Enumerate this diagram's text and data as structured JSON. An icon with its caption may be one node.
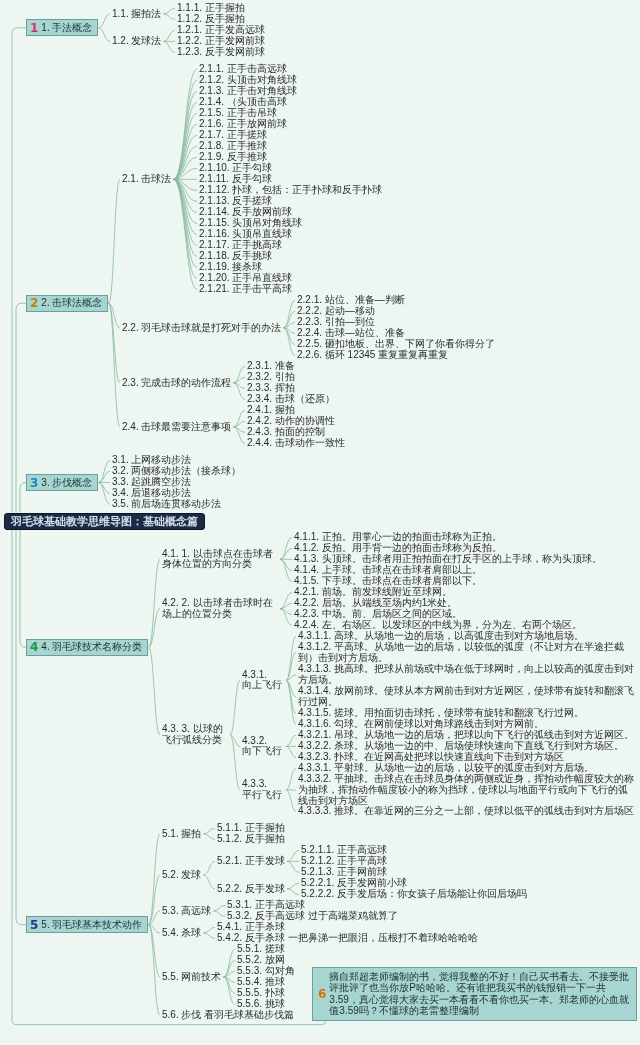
{
  "diagram": {
    "nodes": [
      {
        "text": [
          "羽毛球基础教学思维导图：基础概念篇"
        ]
      },
      {
        "text": [
          "1",
          "1. 手法概念"
        ]
      },
      {
        "text": [
          "1.1. 握拍法"
        ]
      },
      {
        "text": [
          "1.1.1. 正手握拍"
        ]
      },
      {
        "text": [
          "1.1.2. 反手握拍"
        ]
      },
      {
        "text": [
          "1.2. 发球法"
        ]
      },
      {
        "text": [
          "1.2.1. 正手发高远球"
        ]
      },
      {
        "text": [
          "1.2.2. 正手发网前球"
        ]
      },
      {
        "text": [
          "1.2.3. 反手发网前球"
        ]
      },
      {
        "text": [
          "2",
          "2. 击球法概念"
        ]
      },
      {
        "text": [
          "2.1. 击球法"
        ]
      },
      {
        "text": [
          "2.1.1. 正手击高远球"
        ]
      },
      {
        "text": [
          "2.1.2. 头顶击对角线球"
        ]
      },
      {
        "text": [
          "2.1.3. 正手击对角线球"
        ]
      },
      {
        "text": [
          "2.1.4. （头顶击高球"
        ]
      },
      {
        "text": [
          "2.1.5. 正手击吊球"
        ]
      },
      {
        "text": [
          "2.1.6. 正手放网前球"
        ]
      },
      {
        "text": [
          "2.1.7. 正手搓球"
        ]
      },
      {
        "text": [
          "2.1.8. 正手推球"
        ]
      },
      {
        "text": [
          "2.1.9. 反手推球"
        ]
      },
      {
        "text": [
          "2.1.10. 正手勾球"
        ]
      },
      {
        "text": [
          "2.1.11. 反手勾球"
        ]
      },
      {
        "text": [
          "2.1.12. 扑球，包括：正手扑球和反手扑球"
        ]
      },
      {
        "text": [
          "2.1.13. 反手搓球"
        ]
      },
      {
        "text": [
          "2.1.14. 反手放网前球"
        ]
      },
      {
        "text": [
          "2.1.15. 头顶吊对角线球"
        ]
      },
      {
        "text": [
          "2.1.16. 头顶吊直线球"
        ]
      },
      {
        "text": [
          "2.1.17. 正手挑高球"
        ]
      },
      {
        "text": [
          "2.1.18. 反手挑球"
        ]
      },
      {
        "text": [
          "2.1.19. 接杀球"
        ]
      },
      {
        "text": [
          "2.1.20. 正手吊直线球"
        ]
      },
      {
        "text": [
          "2.1.21. 正手击平高球"
        ]
      },
      {
        "text": [
          "2.2. 羽毛球击球就是打死对手的办法"
        ]
      },
      {
        "text": [
          "2.2.1. 站位、准备—判断"
        ]
      },
      {
        "text": [
          "2.2.2. 起动—移动"
        ]
      },
      {
        "text": [
          "2.2.3. 引拍—到位"
        ]
      },
      {
        "text": [
          "2.2.4. 击球—站位、准备"
        ]
      },
      {
        "text": [
          "2.2.5. 砸扣地板、出界、下网了你看你得分了"
        ]
      },
      {
        "text": [
          "2.2.6. 循环 12345 重复重复再重复"
        ]
      },
      {
        "text": [
          "2.3. 完成击球的动作流程"
        ]
      },
      {
        "text": [
          "2.3.1. 准备"
        ]
      },
      {
        "text": [
          "2.3.2. 引拍"
        ]
      },
      {
        "text": [
          "2.3.3. 挥拍"
        ]
      },
      {
        "text": [
          "2.3.4. 击球（还原）"
        ]
      },
      {
        "text": [
          "2.4. 击球最需要注意事项"
        ]
      },
      {
        "text": [
          "2.4.1. 握拍"
        ]
      },
      {
        "text": [
          "2.4.2. 动作的协调性"
        ]
      },
      {
        "text": [
          "2.4.3. 拍面的控制"
        ]
      },
      {
        "text": [
          "2.4.4. 击球动作一致性"
        ]
      },
      {
        "text": [
          "3",
          "3. 步伐概念"
        ]
      },
      {
        "text": [
          "3.1. 上网移动步法"
        ]
      },
      {
        "text": [
          "3.2. 两侧移动步法（接杀球）"
        ]
      },
      {
        "text": [
          "3.3. 起跳腾空步法"
        ]
      },
      {
        "text": [
          "3.4. 后退移动步法"
        ]
      },
      {
        "text": [
          "3.5. 前后场连贯移动步法"
        ]
      },
      {
        "text": [
          "4",
          "4. 羽毛球技术名称分类"
        ]
      },
      {
        "text": [
          "4.1. 1. 以击球点在击球者身体位置的方向分类"
        ]
      },
      {
        "text": [
          "4.1.1. 正拍。用掌心一边的拍面击球称为正拍。"
        ]
      },
      {
        "text": [
          "4.1.2. 反拍。用手背一边的拍面击球称为反拍。"
        ]
      },
      {
        "text": [
          "4.1.3. 头顶球。击球者用正拍拍面在打反手区的上手球，称为头顶球。"
        ]
      },
      {
        "text": [
          "4.1.4. 上手球。击球点在击球者肩部以上。"
        ]
      },
      {
        "text": [
          "4.1.5. 下手球。击球点在击球者肩部以下。"
        ]
      },
      {
        "text": [
          "4.2. 2. 以击球者击球时在场上的位置分类"
        ]
      },
      {
        "text": [
          "4.2.1. 前场。前发球线附近至球网。"
        ]
      },
      {
        "text": [
          "4.2.2. 后场。从端线至场内约1米处。"
        ]
      },
      {
        "text": [
          "4.2.3. 中场。前、后场区之间的区域。"
        ]
      },
      {
        "text": [
          "4.2.4. 左、右场区。以发球区的中线为界，分为左、右两个场区。"
        ]
      },
      {
        "text": [
          "4.3. 3. 以球的飞行弧线分类"
        ]
      },
      {
        "text": [
          "4.3.1. 向上飞行"
        ]
      },
      {
        "text": [
          "4.3.1.1. 高球。从场地一边的后场，以高弧度击到对方场地后场。"
        ]
      },
      {
        "text": [
          "4.3.1.2. 平高球。从场地一边的后场，以较低的弧度（不让对方在半途拦截到）击到对方后场。"
        ]
      },
      {
        "text": [
          "4.3.1.3. 挑高球。把球从前场或中场在低于球网时，向上以较高的弧度击到对方后场。"
        ]
      },
      {
        "text": [
          "4.3.1.4. 放网前球。使球从本方网前击到对方近网区，使球带有旋转和翻滚飞行过网。"
        ]
      },
      {
        "text": [
          "4.3.1.5. 搓球。用拍面切击球托，使球带有旋转和翻滚飞行过网。"
        ]
      },
      {
        "text": [
          "4.3.1.6. 勾球。在网前使球以对角球路线击到对方网前。"
        ]
      },
      {
        "text": [
          "4.3.2. 向下飞行"
        ]
      },
      {
        "text": [
          "4.3.2.1. 吊球。从场地一边的后场，把球以向下飞行的弧线击到对方近网区。"
        ]
      },
      {
        "text": [
          "4.3.2.2. 杀球。从场地一边的中、后场使球快速向下直线飞行到对方场区。"
        ]
      },
      {
        "text": [
          "4.3.2.3. 扑球。在近网高处把球以快速直线向下击到对方场区"
        ]
      },
      {
        "text": [
          "4.3.3. 平行飞行"
        ]
      },
      {
        "text": [
          "4.3.3.1. 平射球。从场地一边的后场，以较平的弧度击到对方后场。"
        ]
      },
      {
        "text": [
          "4.3.3.2. 平抽球。击球点在击球员身体的两侧或近身，挥拍动作幅度较大的称为抽球，挥拍动作幅度较小的称为挡球，使球以与地面平行或向下飞行的弧线击到对方场区"
        ]
      },
      {
        "text": [
          "4.3.3.3. 推球。在靠近网的三分之一上部，使球以低平的弧线击到对方后场区"
        ]
      },
      {
        "text": [
          "5",
          "5. 羽毛球基本技术动作"
        ]
      },
      {
        "text": [
          "5.1. 握拍"
        ]
      },
      {
        "text": [
          "5.1.1. 正手握拍"
        ]
      },
      {
        "text": [
          "5.1.2. 反手握拍"
        ]
      },
      {
        "text": [
          "5.2. 发球"
        ]
      },
      {
        "text": [
          "5.2.1. 正手发球"
        ]
      },
      {
        "text": [
          "5.2.1.1. 正手高远球"
        ]
      },
      {
        "text": [
          "5.2.1.2. 正手平高球"
        ]
      },
      {
        "text": [
          "5.2.1.3. 正手网前球"
        ]
      },
      {
        "text": [
          "5.2.2. 反手发球"
        ]
      },
      {
        "text": [
          "5.2.2.1. 反手发网前小球"
        ]
      },
      {
        "text": [
          "5.2.2.2. 反手发后场：你女孩子后场能让你回后场吗"
        ]
      },
      {
        "text": [
          "5.3. 高远球"
        ]
      },
      {
        "text": [
          "5.3.1. 正手高远球"
        ]
      },
      {
        "text": [
          "5.3.2. 反手高远球 过于高端菜鸡就算了"
        ]
      },
      {
        "text": [
          "5.4. 杀球"
        ]
      },
      {
        "text": [
          "5.4.1. 正手杀球"
        ]
      },
      {
        "text": [
          "5.4.2. 反手杀球 一把鼻涕一把眼泪，压根打不着球哈哈哈哈"
        ]
      },
      {
        "text": [
          "5.5. 网前技术"
        ]
      },
      {
        "text": [
          "5.5.1. 搓球"
        ]
      },
      {
        "text": [
          "5.5.2. 放网"
        ]
      },
      {
        "text": [
          "5.5.3. 勾对角"
        ]
      },
      {
        "text": [
          "5.5.4. 推球"
        ]
      },
      {
        "text": [
          "5.5.5. 扑球"
        ]
      },
      {
        "text": [
          "5.5.6. 挑球"
        ]
      },
      {
        "text": [
          "5.6. 步伐 看羽毛球基础步伐篇"
        ]
      },
      {
        "text": [
          "6",
          "摘自郑超老师编制的书，觉得我整的不好！自己买书看去。不接受批评批评了也当你放P哈哈哈。还有谁把我买书的钱报销一下一共 3.59，真心觉得大家去买一本看看不看你也买一本。郑老师的心血就值3.59吗？不懂球的老雷整理编制"
        ]
      }
    ],
    "edges": [
      {
        "from": 0,
        "to": 1,
        "arrow": "none"
      },
      {
        "from": 1,
        "to": 2,
        "arrow": "none"
      },
      {
        "from": 2,
        "to": 3,
        "arrow": "none"
      },
      {
        "from": 2,
        "to": 4,
        "arrow": "none"
      },
      {
        "from": 1,
        "to": 5,
        "arrow": "none"
      },
      {
        "from": 5,
        "to": 6,
        "arrow": "none"
      },
      {
        "from": 5,
        "to": 7,
        "arrow": "none"
      },
      {
        "from": 5,
        "to": 8,
        "arrow": "none"
      },
      {
        "from": 0,
        "to": 9,
        "arrow": "none"
      },
      {
        "from": 9,
        "to": 10,
        "arrow": "none"
      },
      {
        "from": 10,
        "to": 11,
        "arrow": "none"
      },
      {
        "from": 10,
        "to": 12,
        "arrow": "none"
      },
      {
        "from": 10,
        "to": 13,
        "arrow": "none"
      },
      {
        "from": 10,
        "to": 14,
        "arrow": "none"
      },
      {
        "from": 10,
        "to": 15,
        "arrow": "none"
      },
      {
        "from": 10,
        "to": 16,
        "arrow": "none"
      },
      {
        "from": 10,
        "to": 17,
        "arrow": "none"
      },
      {
        "from": 10,
        "to": 18,
        "arrow": "none"
      },
      {
        "from": 10,
        "to": 19,
        "arrow": "none"
      },
      {
        "from": 10,
        "to": 20,
        "arrow": "none"
      },
      {
        "from": 10,
        "to": 21,
        "arrow": "none"
      },
      {
        "from": 10,
        "to": 22,
        "arrow": "none"
      },
      {
        "from": 10,
        "to": 23,
        "arrow": "none"
      },
      {
        "from": 10,
        "to": 24,
        "arrow": "none"
      },
      {
        "from": 10,
        "to": 25,
        "arrow": "none"
      },
      {
        "from": 10,
        "to": 26,
        "arrow": "none"
      },
      {
        "from": 10,
        "to": 27,
        "arrow": "none"
      },
      {
        "from": 10,
        "to": 28,
        "arrow": "none"
      },
      {
        "from": 10,
        "to": 29,
        "arrow": "none"
      },
      {
        "from": 10,
        "to": 30,
        "arrow": "none"
      },
      {
        "from": 10,
        "to": 31,
        "arrow": "none"
      },
      {
        "from": 9,
        "to": 32,
        "arrow": "none"
      },
      {
        "from": 32,
        "to": 33,
        "arrow": "none"
      },
      {
        "from": 32,
        "to": 34,
        "arrow": "none"
      },
      {
        "from": 32,
        "to": 35,
        "arrow": "none"
      },
      {
        "from": 32,
        "to": 36,
        "arrow": "none"
      },
      {
        "from": 32,
        "to": 37,
        "arrow": "none"
      },
      {
        "from": 32,
        "to": 38,
        "arrow": "none"
      },
      {
        "from": 9,
        "to": 39,
        "arrow": "none"
      },
      {
        "from": 39,
        "to": 40,
        "arrow": "none"
      },
      {
        "from": 39,
        "to": 41,
        "arrow": "none"
      },
      {
        "from": 39,
        "to": 42,
        "arrow": "none"
      },
      {
        "from": 39,
        "to": 43,
        "arrow": "none"
      },
      {
        "from": 9,
        "to": 44,
        "arrow": "none"
      },
      {
        "from": 44,
        "to": 45,
        "arrow": "none"
      },
      {
        "from": 44,
        "to": 46,
        "arrow": "none"
      },
      {
        "from": 44,
        "to": 47,
        "arrow": "none"
      },
      {
        "from": 44,
        "to": 48,
        "arrow": "none"
      },
      {
        "from": 0,
        "to": 49,
        "arrow": "none"
      },
      {
        "from": 49,
        "to": 50,
        "arrow": "none"
      },
      {
        "from": 49,
        "to": 51,
        "arrow": "none"
      },
      {
        "from": 49,
        "to": 52,
        "arrow": "none"
      },
      {
        "from": 49,
        "to": 53,
        "arrow": "none"
      },
      {
        "from": 49,
        "to": 54,
        "arrow": "none"
      },
      {
        "from": 0,
        "to": 55,
        "arrow": "none"
      },
      {
        "from": 55,
        "to": 56,
        "arrow": "none"
      },
      {
        "from": 56,
        "to": 57,
        "arrow": "none"
      },
      {
        "from": 56,
        "to": 58,
        "arrow": "none"
      },
      {
        "from": 56,
        "to": 59,
        "arrow": "none"
      },
      {
        "from": 56,
        "to": 60,
        "arrow": "none"
      },
      {
        "from": 56,
        "to": 61,
        "arrow": "none"
      },
      {
        "from": 55,
        "to": 62,
        "arrow": "none"
      },
      {
        "from": 62,
        "to": 63,
        "arrow": "none"
      },
      {
        "from": 62,
        "to": 64,
        "arrow": "none"
      },
      {
        "from": 62,
        "to": 65,
        "arrow": "none"
      },
      {
        "from": 62,
        "to": 66,
        "arrow": "none"
      },
      {
        "from": 55,
        "to": 67,
        "arrow": "none"
      },
      {
        "from": 67,
        "to": 68,
        "arrow": "none"
      },
      {
        "from": 68,
        "to": 69,
        "arrow": "none"
      },
      {
        "from": 68,
        "to": 70,
        "arrow": "none"
      },
      {
        "from": 68,
        "to": 71,
        "arrow": "none"
      },
      {
        "from": 68,
        "to": 72,
        "arrow": "none"
      },
      {
        "from": 68,
        "to": 73,
        "arrow": "none"
      },
      {
        "from": 68,
        "to": 74,
        "arrow": "none"
      },
      {
        "from": 67,
        "to": 75,
        "arrow": "none"
      },
      {
        "from": 75,
        "to": 76,
        "arrow": "none"
      },
      {
        "from": 75,
        "to": 77,
        "arrow": "none"
      },
      {
        "from": 75,
        "to": 78,
        "arrow": "none"
      },
      {
        "from": 67,
        "to": 79,
        "arrow": "none"
      },
      {
        "from": 79,
        "to": 80,
        "arrow": "none"
      },
      {
        "from": 79,
        "to": 81,
        "arrow": "none"
      },
      {
        "from": 79,
        "to": 82,
        "arrow": "none"
      },
      {
        "from": 0,
        "to": 83,
        "arrow": "none"
      },
      {
        "from": 83,
        "to": 84,
        "arrow": "none"
      },
      {
        "from": 84,
        "to": 85,
        "arrow": "none"
      },
      {
        "from": 84,
        "to": 86,
        "arrow": "none"
      },
      {
        "from": 83,
        "to": 87,
        "arrow": "none"
      },
      {
        "from": 87,
        "to": 88,
        "arrow": "none"
      },
      {
        "from": 88,
        "to": 89,
        "arrow": "none"
      },
      {
        "from": 88,
        "to": 90,
        "arrow": "none"
      },
      {
        "from": 88,
        "to": 91,
        "arrow": "none"
      },
      {
        "from": 87,
        "to": 92,
        "arrow": "none"
      },
      {
        "from": 92,
        "to": 93,
        "arrow": "none"
      },
      {
        "from": 92,
        "to": 94,
        "arrow": "none"
      },
      {
        "from": 83,
        "to": 95,
        "arrow": "none"
      },
      {
        "from": 95,
        "to": 96,
        "arrow": "none"
      },
      {
        "from": 95,
        "to": 97,
        "arrow": "none"
      },
      {
        "from": 83,
        "to": 98,
        "arrow": "none"
      },
      {
        "from": 98,
        "to": 99,
        "arrow": "none"
      },
      {
        "from": 98,
        "to": 100,
        "arrow": "none"
      },
      {
        "from": 83,
        "to": 101,
        "arrow": "none"
      },
      {
        "from": 101,
        "to": 102,
        "arrow": "none"
      },
      {
        "from": 101,
        "to": 103,
        "arrow": "none"
      },
      {
        "from": 101,
        "to": 104,
        "arrow": "none"
      },
      {
        "from": 101,
        "to": 105,
        "arrow": "none"
      },
      {
        "from": 101,
        "to": 106,
        "arrow": "none"
      },
      {
        "from": 101,
        "to": 107,
        "arrow": "none"
      },
      {
        "from": 83,
        "to": 108,
        "arrow": "none"
      },
      {
        "from": 0,
        "to": 109,
        "arrow": "none"
      }
    ]
  }
}
